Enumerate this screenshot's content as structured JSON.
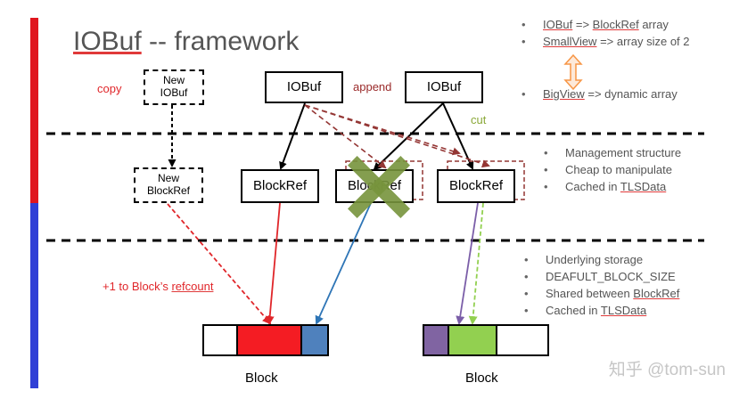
{
  "title": {
    "part1": "IOBuf",
    "part2": " -- framework"
  },
  "labels": {
    "copy": "copy",
    "append": "append",
    "cut": "cut",
    "refcount_prefix": "+1 to Block’s ",
    "refcount_word": "refcount"
  },
  "boxes": {
    "new_iobuf_line1": "New",
    "new_iobuf_line2": "IOBuf",
    "iobuf_left": "IOBuf",
    "iobuf_right": "IOBuf",
    "new_blockref_line1": "New",
    "new_blockref_line2": "BlockRef",
    "blockref_a": "BlockRef",
    "blockref_b": "BlockRef",
    "blockref_c": "BlockRef"
  },
  "notes_top": {
    "item1_a": "IOBuf",
    "item1_b": " => ",
    "item1_c": "BlockRef",
    "item1_d": " array",
    "item2_a": "SmallView",
    "item2_b": " => array size of 2",
    "item3_a": "BigView",
    "item3_b": " => dynamic array"
  },
  "notes_mid": {
    "item1": "Management structure",
    "item2": "Cheap to manipulate",
    "item3_a": "Cached in ",
    "item3_b": "TLSData"
  },
  "notes_bottom": {
    "item1": "Underlying storage",
    "item2": "DEAFULT_BLOCK_SIZE",
    "item3_a": "Shared between ",
    "item3_b": "BlockRef",
    "item4_a": "Cached in ",
    "item4_b": "TLSData"
  },
  "blocks": {
    "left_label": "Block",
    "right_label": "Block"
  },
  "watermark": "知乎 @tom-sun",
  "colors": {
    "accent_red": "#e0161e",
    "accent_blue": "#2f3fd6",
    "segment_red": "#f41c23",
    "segment_blue": "#4f81bd",
    "segment_purple": "#8064a2",
    "segment_green": "#92d050",
    "cross_green": "#77933c",
    "orange_arrow": "#f79646",
    "dark_red": "#943634"
  }
}
